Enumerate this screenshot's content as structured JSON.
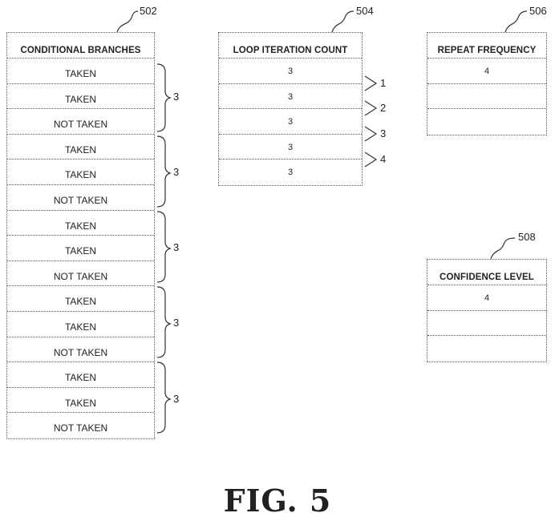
{
  "fig_label": "FIG. 5",
  "tables": {
    "t502": {
      "ref": "502",
      "header": "CONDITIONAL BRANCHES",
      "rows": [
        "TAKEN",
        "TAKEN",
        "NOT TAKEN",
        "TAKEN",
        "TAKEN",
        "NOT TAKEN",
        "TAKEN",
        "TAKEN",
        "NOT TAKEN",
        "TAKEN",
        "TAKEN",
        "NOT TAKEN",
        "TAKEN",
        "TAKEN",
        "NOT TAKEN"
      ],
      "group_labels": [
        "3",
        "3",
        "3",
        "3",
        "3"
      ]
    },
    "t504": {
      "ref": "504",
      "header": "LOOP ITERATION COUNT",
      "rows": [
        "3",
        "3",
        "3",
        "3",
        "3"
      ],
      "step_labels": [
        "1",
        "2",
        "3",
        "4"
      ]
    },
    "t506": {
      "ref": "506",
      "header": "REPEAT FREQUENCY",
      "rows": [
        "4",
        "",
        ""
      ]
    },
    "t508": {
      "ref": "508",
      "header": "CONFIDENCE LEVEL",
      "rows": [
        "4",
        "",
        ""
      ]
    }
  }
}
